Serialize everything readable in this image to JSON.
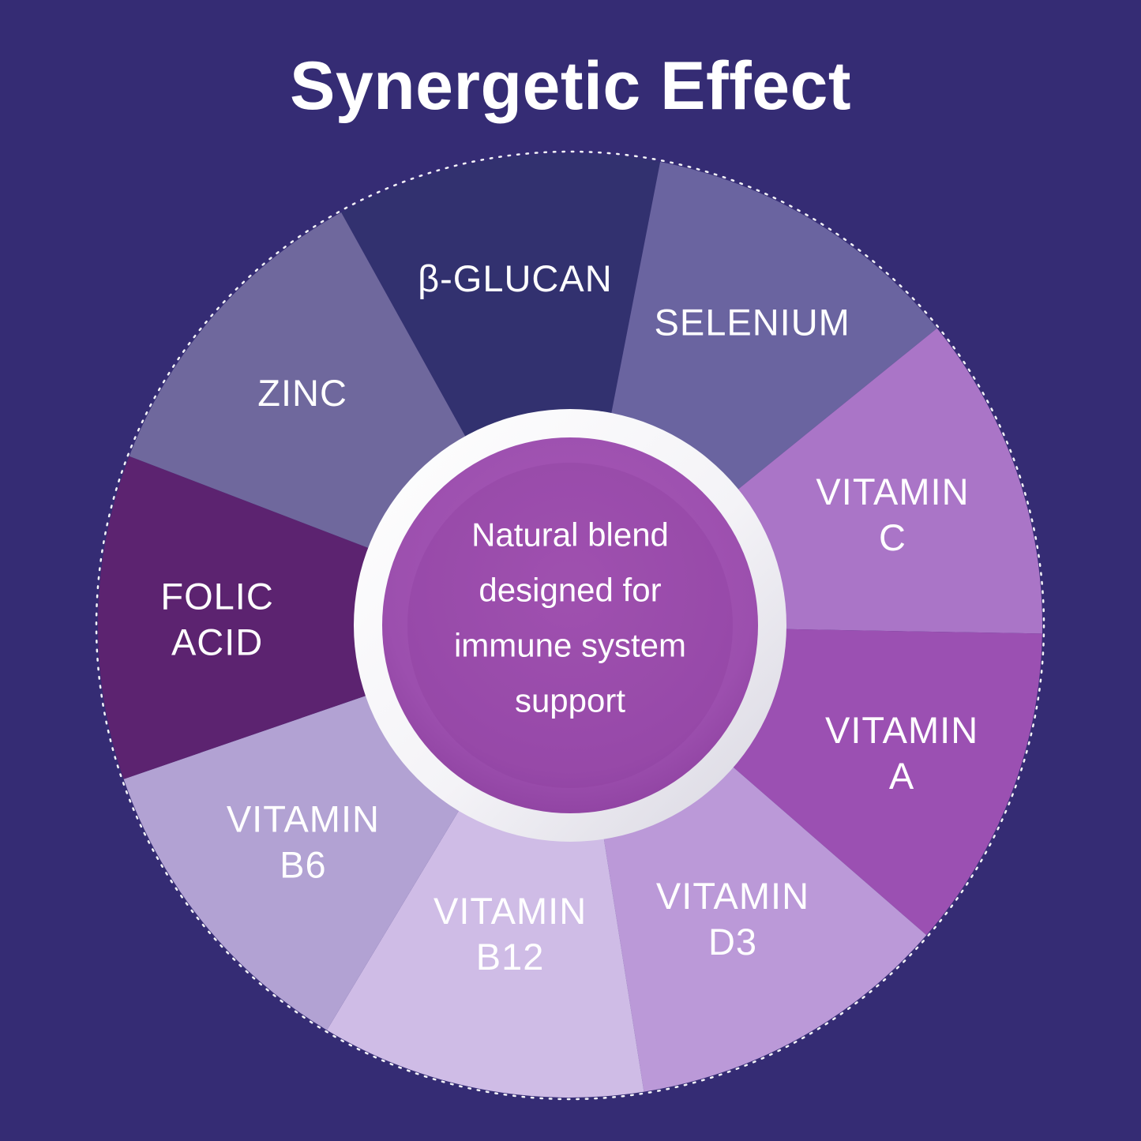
{
  "title": "Synergetic Effect",
  "background_color": "#352c74",
  "wheel": {
    "center_text_lines": [
      "Natural blend",
      "designed for",
      "immune system",
      "support"
    ],
    "center_color": "#9c4fae",
    "center_color_dark": "#8a3d9c",
    "center_highlight_color": "#a85ab8",
    "ring_color": "#ffffff",
    "outline_color": "#ffffff",
    "text_color": "#ffffff",
    "start_center_angle_deg": -99,
    "segments": [
      {
        "id": "beta-glucan",
        "label_lines": [
          "β-GLUCAN"
        ],
        "color": "#32316f",
        "label_radius": 445
      },
      {
        "id": "selenium",
        "label_lines": [
          "SELENIUM"
        ],
        "color": "#6a64a0",
        "label_radius": 448
      },
      {
        "id": "vitamin-c",
        "label_lines": [
          "VITAMIN",
          "C"
        ],
        "color": "#aa75c7",
        "label_radius": 432
      },
      {
        "id": "vitamin-a",
        "label_lines": [
          "VITAMIN",
          "A"
        ],
        "color": "#9b50b2",
        "label_radius": 450
      },
      {
        "id": "vitamin-d3",
        "label_lines": [
          "VITAMIN",
          "D3"
        ],
        "color": "#bb99d8",
        "label_radius": 425
      },
      {
        "id": "vitamin-b12",
        "label_lines": [
          "VITAMIN",
          "B12"
        ],
        "color": "#cfbce6",
        "label_radius": 398
      },
      {
        "id": "vitamin-b6",
        "label_lines": [
          "VITAMIN",
          "B6"
        ],
        "color": "#b2a2d3",
        "label_radius": 435
      },
      {
        "id": "folic-acid",
        "label_lines": [
          "FOLIC",
          "ACID"
        ],
        "color": "#5c2370",
        "label_radius": 447
      },
      {
        "id": "zinc",
        "label_lines": [
          "ZINC"
        ],
        "color": "#6f689d",
        "label_radius": 449
      }
    ]
  }
}
